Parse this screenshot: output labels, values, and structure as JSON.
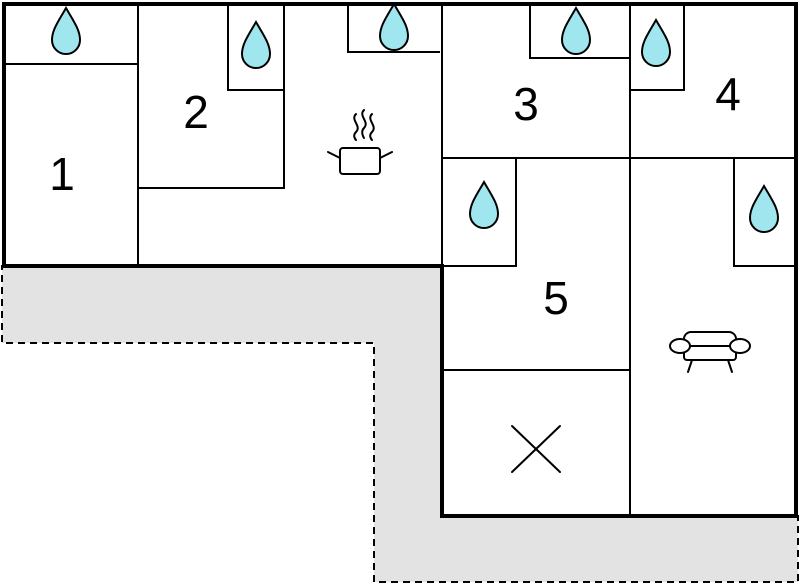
{
  "rooms": [
    {
      "id": "1",
      "label": "1"
    },
    {
      "id": "2",
      "label": "2"
    },
    {
      "id": "3",
      "label": "3"
    },
    {
      "id": "4",
      "label": "4"
    },
    {
      "id": "5",
      "label": "5"
    }
  ],
  "icons": {
    "water": "water-drop-icon",
    "cooking": "cooking-pot-icon",
    "sofa": "sofa-icon",
    "cross": "cross-icon"
  },
  "colors": {
    "water_drop": "#9fe6ee",
    "terrace": "#e3e3e3",
    "walls": "#000000",
    "background": "#ffffff"
  }
}
